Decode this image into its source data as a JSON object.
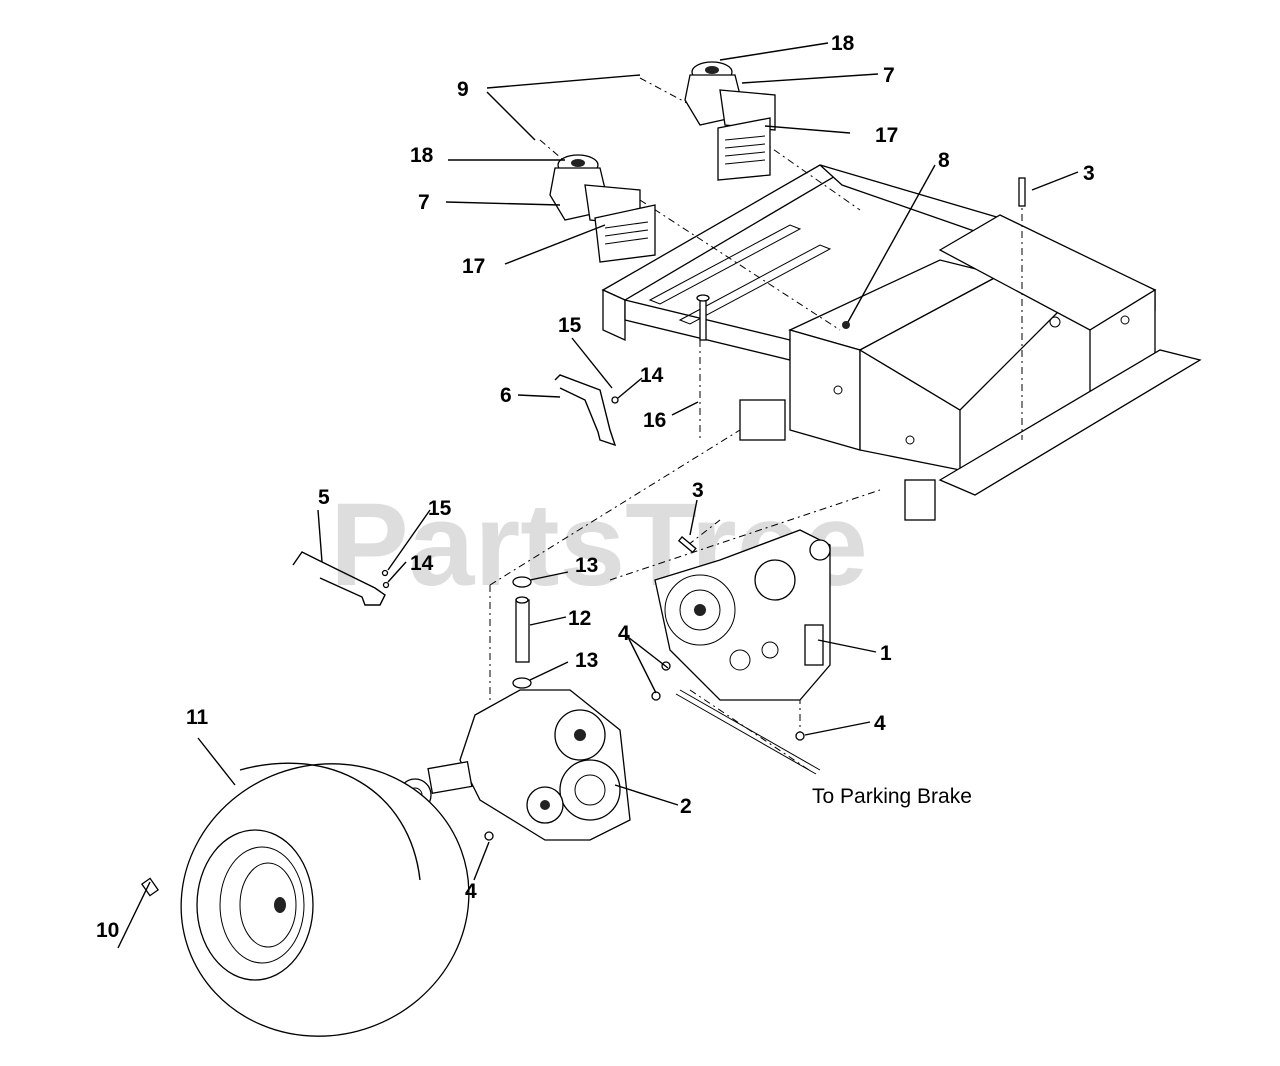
{
  "watermark": "PartsTree",
  "note_parking_brake": "To Parking Brake",
  "callouts": {
    "c18a": "18",
    "c7a": "7",
    "c9": "9",
    "c17a": "17",
    "c18b": "18",
    "c7b": "7",
    "c17b": "17",
    "c8": "8",
    "c3a": "3",
    "c15a": "15",
    "c14a": "14",
    "c6": "6",
    "c16": "16",
    "c5": "5",
    "c15b": "15",
    "c14b": "14",
    "c3b": "3",
    "c13a": "13",
    "c12": "12",
    "c13b": "13",
    "c4a": "4",
    "c1": "1",
    "c4b": "4",
    "c11": "11",
    "c2": "2",
    "c4c": "4",
    "c10": "10"
  }
}
